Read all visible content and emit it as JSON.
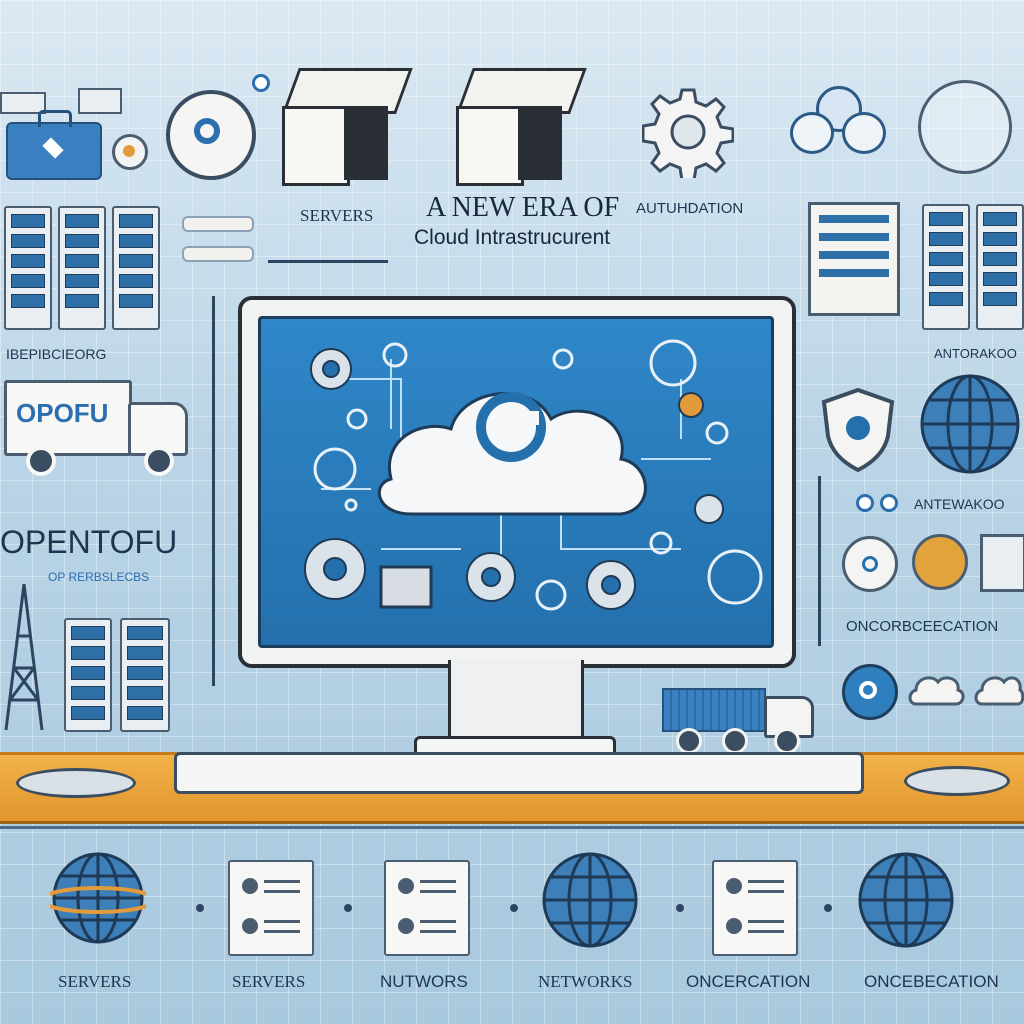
{
  "header": {
    "headline_line1": "A NEW ERA OF",
    "headline_line2": "Cloud Intrastrucurent"
  },
  "top_labels": {
    "servers": "SERVERS",
    "automation": "AUTUHDATION"
  },
  "left_panel": {
    "caption_top": "IBEPIBCIEORG",
    "truck_label": "OPOFU",
    "brand": "OPENTOFU",
    "brand_sub": "OP RERBSLECBS"
  },
  "right_panel": {
    "label_1": "ANTORAKOO",
    "label_2": "ANTEWAKOO",
    "label_3": "ONCORBCEECATION"
  },
  "bottom_row": [
    {
      "label": "SERVERS",
      "icon": "globe-icon"
    },
    {
      "label": "SERVERS",
      "icon": "document-icon"
    },
    {
      "label": "NUTWORS",
      "icon": "document-icon"
    },
    {
      "label": "NETWORKS",
      "icon": "globe-icon"
    },
    {
      "label": "ONCERCATION",
      "icon": "document-icon"
    },
    {
      "label": "ONCEBECATION",
      "icon": "globe-icon"
    }
  ],
  "colors": {
    "accent": "#2b6fae",
    "desk": "#e8a23a",
    "screen": "#2a7fc0",
    "background": "#c3dbea"
  }
}
